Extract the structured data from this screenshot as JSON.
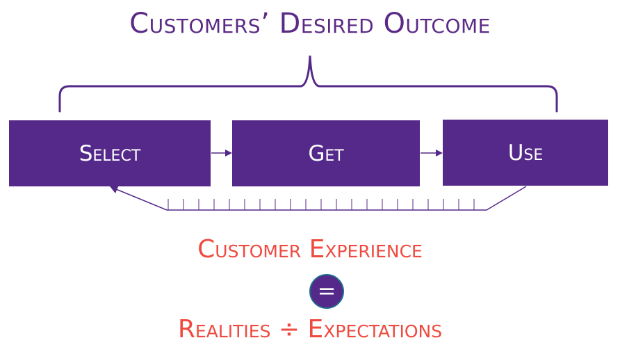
{
  "diagram": {
    "title": "Customers’ Desired Outcome",
    "stages": {
      "select": "Select",
      "get": "Get",
      "use": "Use"
    },
    "experience": "Customer Experience",
    "equals_symbol": "=",
    "formula": "Realities ÷ Expectations",
    "colors": {
      "purple": "#542989",
      "title_purple": "#5b2a86",
      "red": "#ef4a3f",
      "equals_border": "#1f6e8c"
    }
  }
}
